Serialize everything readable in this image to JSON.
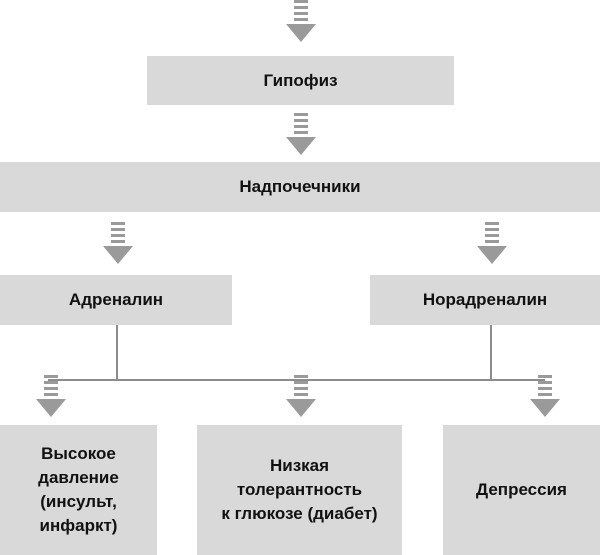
{
  "diagram": {
    "nodes": {
      "pituitary": {
        "lines": [
          "Гипофиз"
        ]
      },
      "adrenals": {
        "lines": [
          "Надпочечники"
        ]
      },
      "adrenaline": {
        "lines": [
          "Адреналин"
        ]
      },
      "noradrenaline": {
        "lines": [
          "Норадреналин"
        ]
      },
      "high_pressure": {
        "lines": [
          "Высокое",
          "давление",
          "(инсульт,",
          "инфаркт)"
        ]
      },
      "low_glucose_tolerance": {
        "lines": [
          "Низкая",
          "толерантность",
          "к глюкозе (диабет)"
        ]
      },
      "depression": {
        "lines": [
          "Депрессия"
        ]
      }
    },
    "edges": [
      {
        "from": "top",
        "to": "pituitary"
      },
      {
        "from": "pituitary",
        "to": "adrenals"
      },
      {
        "from": "adrenals",
        "to": "adrenaline"
      },
      {
        "from": "adrenals",
        "to": "noradrenaline"
      },
      {
        "from": "adrenaline",
        "to": "high_pressure"
      },
      {
        "from": "adrenaline",
        "to": "low_glucose_tolerance"
      },
      {
        "from": "adrenaline",
        "to": "depression"
      },
      {
        "from": "noradrenaline",
        "to": "high_pressure"
      },
      {
        "from": "noradrenaline",
        "to": "low_glucose_tolerance"
      },
      {
        "from": "noradrenaline",
        "to": "depression"
      }
    ],
    "colors": {
      "box_fill": "#d9d9d9",
      "arrow": "#9a9a9a",
      "line": "#8c8c8c",
      "text": "#111111"
    }
  }
}
